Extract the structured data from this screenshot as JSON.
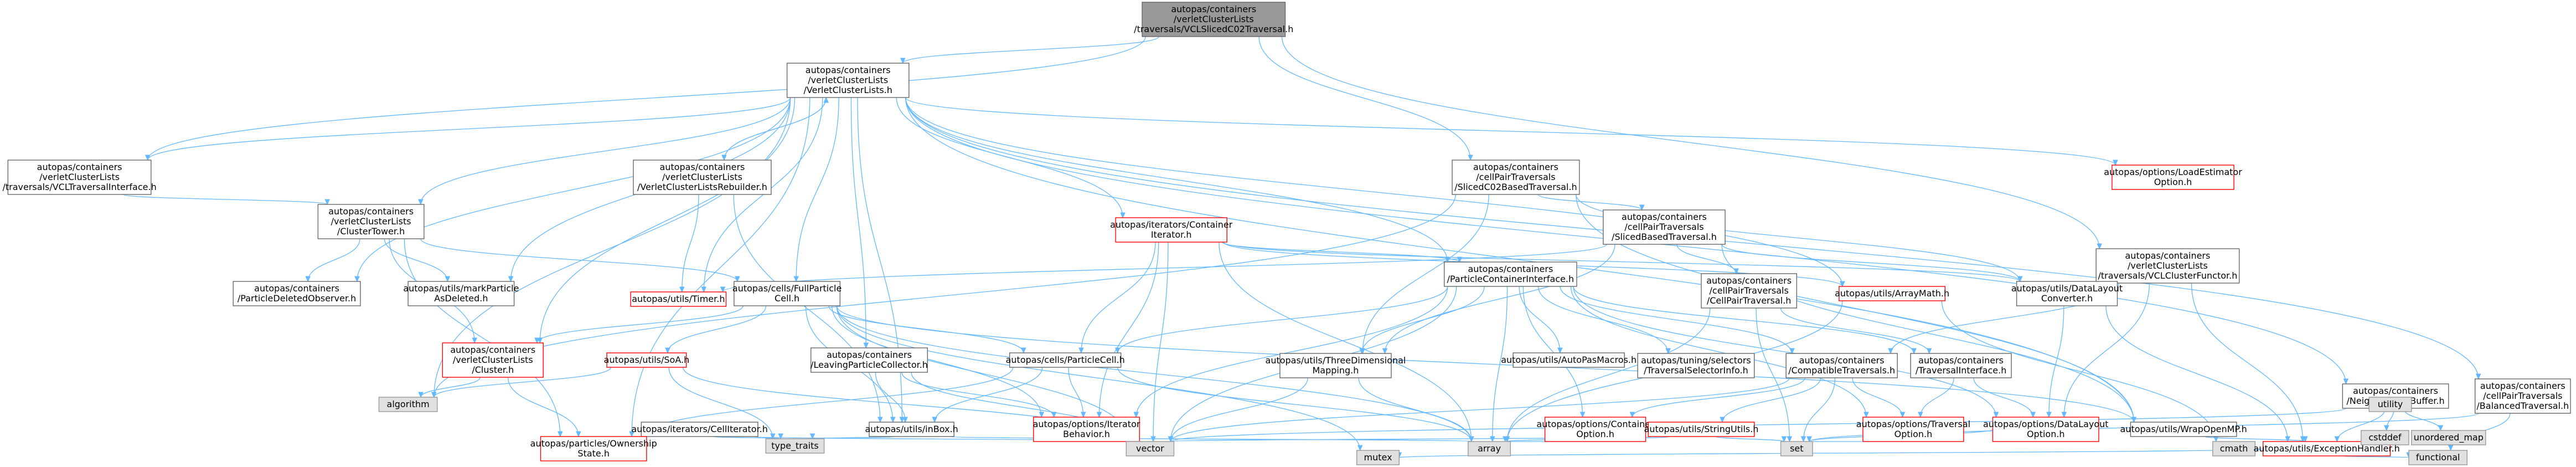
{
  "diagram": {
    "style": {
      "edge_color": "#63b8ff",
      "node_fill_default": "#ffffff",
      "node_border_default": "#666666",
      "node_border_red": "#ff0000",
      "node_fill_root": "#999999",
      "node_fill_gray": "#e0e0e0",
      "node_border_gray": "#999999"
    },
    "nodes": [
      {
        "id": "root",
        "lines": [
          "autopas/containers",
          "/verletClusterLists",
          "/traversals/VCLSlicedC02Traversal.h"
        ],
        "kind": "root"
      },
      {
        "id": "vcl",
        "lines": [
          "autopas/containers",
          "/verletClusterLists",
          "/VerletClusterLists.h"
        ],
        "kind": "normal"
      },
      {
        "id": "sc02",
        "lines": [
          "autopas/containers",
          "/cellPairTraversals",
          "/SlicedC02BasedTraversal.h"
        ],
        "kind": "normal"
      },
      {
        "id": "vclfunc",
        "lines": [
          "autopas/containers",
          "/verletClusterLists",
          "/traversals/VCLClusterFunctor.h"
        ],
        "kind": "normal"
      },
      {
        "id": "vcltrav",
        "lines": [
          "autopas/containers",
          "/verletClusterLists",
          "/traversals/VCLTraversalInterface.h"
        ],
        "kind": "normal"
      },
      {
        "id": "ctower",
        "lines": [
          "autopas/containers",
          "/verletClusterLists",
          "/ClusterTower.h"
        ],
        "kind": "normal"
      },
      {
        "id": "vclreb",
        "lines": [
          "autopas/containers",
          "/verletClusterLists",
          "/VerletClusterListsRebuilder.h"
        ],
        "kind": "normal"
      },
      {
        "id": "citer",
        "lines": [
          "autopas/iterators/Container",
          "Iterator.h"
        ],
        "kind": "red"
      },
      {
        "id": "pci",
        "lines": [
          "autopas/containers",
          "/ParticleContainerInterface.h"
        ],
        "kind": "normal"
      },
      {
        "id": "sliced",
        "lines": [
          "autopas/containers",
          "/cellPairTraversals",
          "/SlicedBasedTraversal.h"
        ],
        "kind": "normal"
      },
      {
        "id": "cpt",
        "lines": [
          "autopas/containers",
          "/cellPairTraversals",
          "/CellPairTraversal.h"
        ],
        "kind": "normal"
      },
      {
        "id": "lbe",
        "lines": [
          "autopas/options/LoadEstimator",
          "Option.h"
        ],
        "kind": "red"
      },
      {
        "id": "nlb",
        "lines": [
          "autopas/containers",
          "/NeighborListsBuffer.h"
        ],
        "kind": "normal"
      },
      {
        "id": "bal",
        "lines": [
          "autopas/containers",
          "/cellPairTraversals",
          "/BalancedTraversal.h"
        ],
        "kind": "normal"
      },
      {
        "id": "pdo",
        "lines": [
          "autopas/containers",
          "/ParticleDeletedObserver.h"
        ],
        "kind": "normal"
      },
      {
        "id": "mpad",
        "lines": [
          "autopas/utils/markParticle",
          "AsDeleted.h"
        ],
        "kind": "normal"
      },
      {
        "id": "timer",
        "lines": [
          "autopas/utils/Timer.h"
        ],
        "kind": "red"
      },
      {
        "id": "fpc",
        "lines": [
          "autopas/cells/FullParticle",
          "Cell.h"
        ],
        "kind": "normal"
      },
      {
        "id": "am",
        "lines": [
          "autopas/utils/ArrayMath.h"
        ],
        "kind": "red"
      },
      {
        "id": "dlc",
        "lines": [
          "autopas/utils/DataLayout",
          "Converter.h"
        ],
        "kind": "normal"
      },
      {
        "id": "cluster",
        "lines": [
          "autopas/containers",
          "/verletClusterLists",
          "/Cluster.h"
        ],
        "kind": "red"
      },
      {
        "id": "soa",
        "lines": [
          "autopas/utils/SoA.h"
        ],
        "kind": "red"
      },
      {
        "id": "lpc",
        "lines": [
          "autopas/containers",
          "/LeavingParticleCollector.h"
        ],
        "kind": "normal"
      },
      {
        "id": "pcell",
        "lines": [
          "autopas/cells/ParticleCell.h"
        ],
        "kind": "normal"
      },
      {
        "id": "tdm",
        "lines": [
          "autopas/utils/ThreeDimensional",
          "Mapping.h"
        ],
        "kind": "normal"
      },
      {
        "id": "apm",
        "lines": [
          "autopas/utils/AutoPasMacros.h"
        ],
        "kind": "normal"
      },
      {
        "id": "tsi",
        "lines": [
          "autopas/tuning/selectors",
          "/TraversalSelectorInfo.h"
        ],
        "kind": "normal"
      },
      {
        "id": "ctrav",
        "lines": [
          "autopas/containers",
          "/CompatibleTraversals.h"
        ],
        "kind": "normal"
      },
      {
        "id": "tint",
        "lines": [
          "autopas/containers",
          "/TraversalInterface.h"
        ],
        "kind": "normal"
      },
      {
        "id": "algorithm",
        "lines": [
          "algorithm"
        ],
        "kind": "gray"
      },
      {
        "id": "celliter",
        "lines": [
          "autopas/iterators/CellIterator.h"
        ],
        "kind": "normal"
      },
      {
        "id": "inbox",
        "lines": [
          "autopas/utils/inBox.h"
        ],
        "kind": "normal"
      },
      {
        "id": "ib",
        "lines": [
          "autopas/options/Iterator",
          "Behavior.h"
        ],
        "kind": "red"
      },
      {
        "id": "cop",
        "lines": [
          "autopas/options/Container",
          "Option.h"
        ],
        "kind": "red"
      },
      {
        "id": "su",
        "lines": [
          "autopas/utils/StringUtils.h"
        ],
        "kind": "red"
      },
      {
        "id": "topt",
        "lines": [
          "autopas/options/Traversal",
          "Option.h"
        ],
        "kind": "red"
      },
      {
        "id": "dlo",
        "lines": [
          "autopas/options/DataLayout",
          "Option.h"
        ],
        "kind": "red"
      },
      {
        "id": "womp",
        "lines": [
          "autopas/utils/WrapOpenMP.h"
        ],
        "kind": "normal"
      },
      {
        "id": "pos",
        "lines": [
          "autopas/particles/Ownership",
          "State.h"
        ],
        "kind": "red"
      },
      {
        "id": "tt",
        "lines": [
          "type_traits"
        ],
        "kind": "gray"
      },
      {
        "id": "vector",
        "lines": [
          "vector"
        ],
        "kind": "gray"
      },
      {
        "id": "array",
        "lines": [
          "array"
        ],
        "kind": "gray"
      },
      {
        "id": "set",
        "lines": [
          "set"
        ],
        "kind": "gray"
      },
      {
        "id": "cmath",
        "lines": [
          "cmath"
        ],
        "kind": "gray"
      },
      {
        "id": "eh",
        "lines": [
          "autopas/utils/ExceptionHandler.h"
        ],
        "kind": "red"
      },
      {
        "id": "cstddef",
        "lines": [
          "cstddef"
        ],
        "kind": "gray"
      },
      {
        "id": "umap",
        "lines": [
          "unordered_map"
        ],
        "kind": "gray"
      },
      {
        "id": "utility",
        "lines": [
          "utility"
        ],
        "kind": "gray"
      },
      {
        "id": "mutex",
        "lines": [
          "mutex"
        ],
        "kind": "gray"
      },
      {
        "id": "functional",
        "lines": [
          "functional"
        ],
        "kind": "gray"
      }
    ],
    "edges": [
      [
        "root",
        "vcl"
      ],
      [
        "root",
        "sc02"
      ],
      [
        "root",
        "vclfunc"
      ],
      [
        "root",
        "vcltrav"
      ],
      [
        "vcl",
        "vcltrav"
      ],
      [
        "vcl",
        "ctower"
      ],
      [
        "vcl",
        "vclreb"
      ],
      [
        "vcl",
        "citer"
      ],
      [
        "vcl",
        "pci"
      ],
      [
        "vcl",
        "lbe"
      ],
      [
        "vcl",
        "nlb"
      ],
      [
        "vcl",
        "bal"
      ],
      [
        "vcl",
        "pdo"
      ],
      [
        "vcl",
        "mpad"
      ],
      [
        "vcl",
        "timer"
      ],
      [
        "vcl",
        "fpc"
      ],
      [
        "vcl",
        "am"
      ],
      [
        "vcl",
        "cluster"
      ],
      [
        "vcl",
        "lpc"
      ],
      [
        "vcl",
        "inbox"
      ],
      [
        "vcl",
        "algorithm"
      ],
      [
        "vcl",
        "pos"
      ],
      [
        "vcl",
        "womp"
      ],
      [
        "vclreb",
        "vcl"
      ],
      [
        "vclreb",
        "timer"
      ],
      [
        "vclreb",
        "inbox"
      ],
      [
        "vcltrav",
        "ctower"
      ],
      [
        "ctower",
        "pdo"
      ],
      [
        "ctower",
        "mpad"
      ],
      [
        "ctower",
        "cluster"
      ],
      [
        "ctower",
        "fpc"
      ],
      [
        "ctower",
        "pos"
      ],
      [
        "sc02",
        "sliced"
      ],
      [
        "sc02",
        "dlc"
      ],
      [
        "sc02",
        "womp"
      ],
      [
        "sc02",
        "tdm"
      ],
      [
        "sc02",
        "algorithm"
      ],
      [
        "sliced",
        "cpt"
      ],
      [
        "sliced",
        "dlc"
      ],
      [
        "sliced",
        "timer"
      ],
      [
        "sliced",
        "tdm"
      ],
      [
        "sliced",
        "womp"
      ],
      [
        "cpt",
        "tint"
      ],
      [
        "cpt",
        "set"
      ],
      [
        "cpt",
        "array"
      ],
      [
        "citer",
        "pci"
      ],
      [
        "citer",
        "ib"
      ],
      [
        "citer",
        "am"
      ],
      [
        "citer",
        "vector"
      ],
      [
        "citer",
        "array"
      ],
      [
        "citer",
        "pcell"
      ],
      [
        "citer",
        "dlc"
      ],
      [
        "pci",
        "ctrav"
      ],
      [
        "pci",
        "tint"
      ],
      [
        "pci",
        "ib"
      ],
      [
        "pci",
        "pcell"
      ],
      [
        "pci",
        "apm"
      ],
      [
        "pci",
        "tsi"
      ],
      [
        "pci",
        "cop"
      ],
      [
        "pci",
        "topt"
      ],
      [
        "pci",
        "dlo"
      ],
      [
        "pci",
        "array"
      ],
      [
        "pci",
        "vector"
      ],
      [
        "pci",
        "tdm"
      ],
      [
        "fpc",
        "pcell"
      ],
      [
        "fpc",
        "cluster"
      ],
      [
        "fpc",
        "soa"
      ],
      [
        "fpc",
        "womp"
      ],
      [
        "fpc",
        "inbox"
      ],
      [
        "fpc",
        "ib"
      ],
      [
        "fpc",
        "array"
      ],
      [
        "fpc",
        "vector"
      ],
      [
        "fpc",
        "mutex"
      ],
      [
        "cluster",
        "algorithm"
      ],
      [
        "cluster",
        "pos"
      ],
      [
        "soa",
        "algorithm"
      ],
      [
        "soa",
        "tt"
      ],
      [
        "soa",
        "vector"
      ],
      [
        "pcell",
        "ib"
      ],
      [
        "pcell",
        "inbox"
      ],
      [
        "pcell",
        "pos"
      ],
      [
        "pcell",
        "array"
      ],
      [
        "lpc",
        "inbox"
      ],
      [
        "lpc",
        "ib"
      ],
      [
        "lpc",
        "vector"
      ],
      [
        "celliter",
        "tt"
      ],
      [
        "celliter",
        "vector"
      ],
      [
        "inbox",
        "array"
      ],
      [
        "inbox",
        "tt"
      ],
      [
        "ctrav",
        "cop"
      ],
      [
        "ctrav",
        "topt"
      ],
      [
        "ctrav",
        "set"
      ],
      [
        "ctrav",
        "vector"
      ],
      [
        "ctrav",
        "su"
      ],
      [
        "tint",
        "topt"
      ],
      [
        "tint",
        "dlo"
      ],
      [
        "su",
        "array"
      ],
      [
        "su",
        "set"
      ],
      [
        "su",
        "vector"
      ],
      [
        "topt",
        "set"
      ],
      [
        "dlo",
        "set"
      ],
      [
        "cop",
        "array"
      ],
      [
        "am",
        "array"
      ],
      [
        "am",
        "cmath"
      ],
      [
        "dlc",
        "dlo"
      ],
      [
        "dlc",
        "eh"
      ],
      [
        "womp",
        "eh"
      ],
      [
        "vclfunc",
        "dlo"
      ],
      [
        "vclfunc",
        "ctrav"
      ],
      [
        "vclfunc",
        "eh"
      ],
      [
        "nlb",
        "cstddef"
      ],
      [
        "nlb",
        "umap"
      ],
      [
        "nlb",
        "vector"
      ],
      [
        "nlb",
        "eh"
      ],
      [
        "bal",
        "functional"
      ],
      [
        "bal",
        "set"
      ],
      [
        "eh",
        "mutex"
      ],
      [
        "eh",
        "functional"
      ],
      [
        "tdm",
        "array"
      ],
      [
        "tdm",
        "vector"
      ]
    ]
  }
}
